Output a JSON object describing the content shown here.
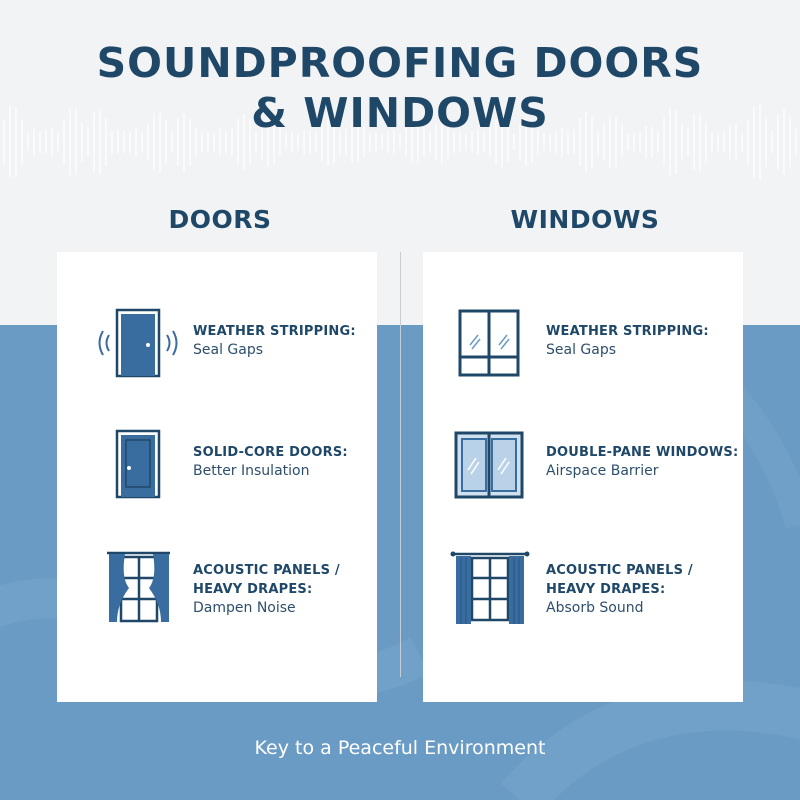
{
  "title": "SOUNDPROOFING DOORS\n& WINDOWS",
  "title_line1": "SOUNDPROOFING DOORS",
  "title_line2": "& WINDOWS",
  "colors": {
    "primary": "#1f4768",
    "accent": "#3a6d9f",
    "bottom_background": "#6a9bc4",
    "panel": "#ffffff"
  },
  "doors": {
    "heading": "DOORS",
    "items": [
      {
        "icon": "door-sound-waves-icon",
        "label": "WEATHER STRIPPING:",
        "desc": "Seal Gaps"
      },
      {
        "icon": "solid-door-icon",
        "label": "SOLID-CORE DOORS:",
        "desc": "Better Insulation"
      },
      {
        "icon": "curtained-window-icon",
        "label": "ACOUSTIC PANELS /\nHEAVY DRAPES:",
        "desc": "Dampen Noise"
      }
    ]
  },
  "windows": {
    "heading": "WINDOWS",
    "items": [
      {
        "icon": "window-frame-icon",
        "label": "WEATHER STRIPPING:",
        "desc": "Seal Gaps"
      },
      {
        "icon": "double-pane-window-icon",
        "label": "DOUBLE-PANE WINDOWS:",
        "desc": "Airspace Barrier"
      },
      {
        "icon": "draped-window-icon",
        "label": "ACOUSTIC PANELS /\nHEAVY DRAPES:",
        "desc": "Absorb Sound"
      }
    ]
  },
  "footer": "Key to a Peaceful Environment"
}
